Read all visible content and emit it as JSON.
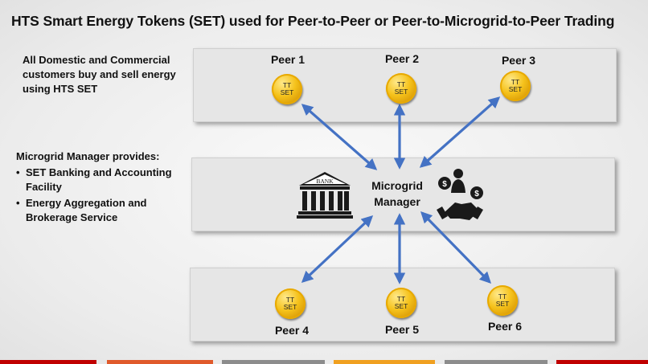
{
  "title": "HTS Smart Energy Tokens (SET) used for Peer-to-Peer or Peer-to-Microgrid-to-Peer Trading",
  "note_top": "All Domestic and Commercial customers buy and sell energy using HTS SET",
  "note_manager": {
    "heading": "Microgrid Manager provides:",
    "bullets": [
      "SET Banking and Accounting Facility",
      "Energy Aggregation and Brokerage Service"
    ]
  },
  "manager": {
    "line1": "Microgrid",
    "line2": "Manager",
    "bank_sign": "BANK"
  },
  "coin": {
    "line1": "TT",
    "line2": "SET"
  },
  "peers": [
    "Peer 1",
    "Peer 2",
    "Peer 3",
    "Peer 4",
    "Peer 5",
    "Peer 6"
  ],
  "colors": {
    "arrow": "#4472c4",
    "coin": "#f5c21b",
    "footer": [
      "#c00000",
      "#e05a2b",
      "#7f7f7f",
      "#f0a020",
      "#7f7f7f",
      "#c00000"
    ]
  },
  "icons": [
    "bank-icon",
    "handshake-money-icon",
    "coin-icon"
  ]
}
